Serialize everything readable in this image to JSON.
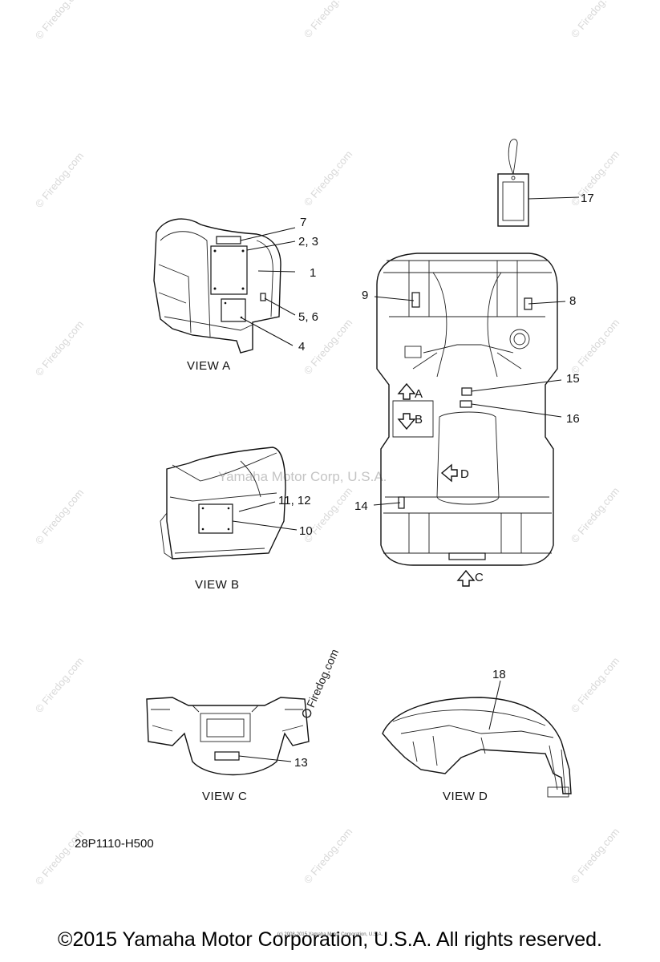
{
  "callouts": {
    "c1": "1",
    "c23": "2, 3",
    "c4": "4",
    "c56": "5, 6",
    "c7": "7",
    "c8": "8",
    "c9": "9",
    "c10": "10",
    "c1112": "11, 12",
    "c13": "13",
    "c14": "14",
    "c15": "15",
    "c16": "16",
    "c17": "17",
    "c18": "18"
  },
  "views": {
    "view_a": "VIEW A",
    "view_b": "VIEW B",
    "view_c": "VIEW C",
    "view_d": "VIEW D"
  },
  "arrows": {
    "a": "A",
    "b": "B",
    "c": "C",
    "d": "D"
  },
  "diagram_code": "28P1110-H500",
  "watermarks": {
    "brand": "© Firedog.com",
    "stamp": "Firedog.com",
    "center": "Yamaha Motor Corp, U.S.A."
  },
  "fineprint": "(c) 2008-2015 Yamaha Motor Corporation, U.S.A.",
  "footer": "©2015 Yamaha Motor Corporation, U.S.A. All rights reserved."
}
